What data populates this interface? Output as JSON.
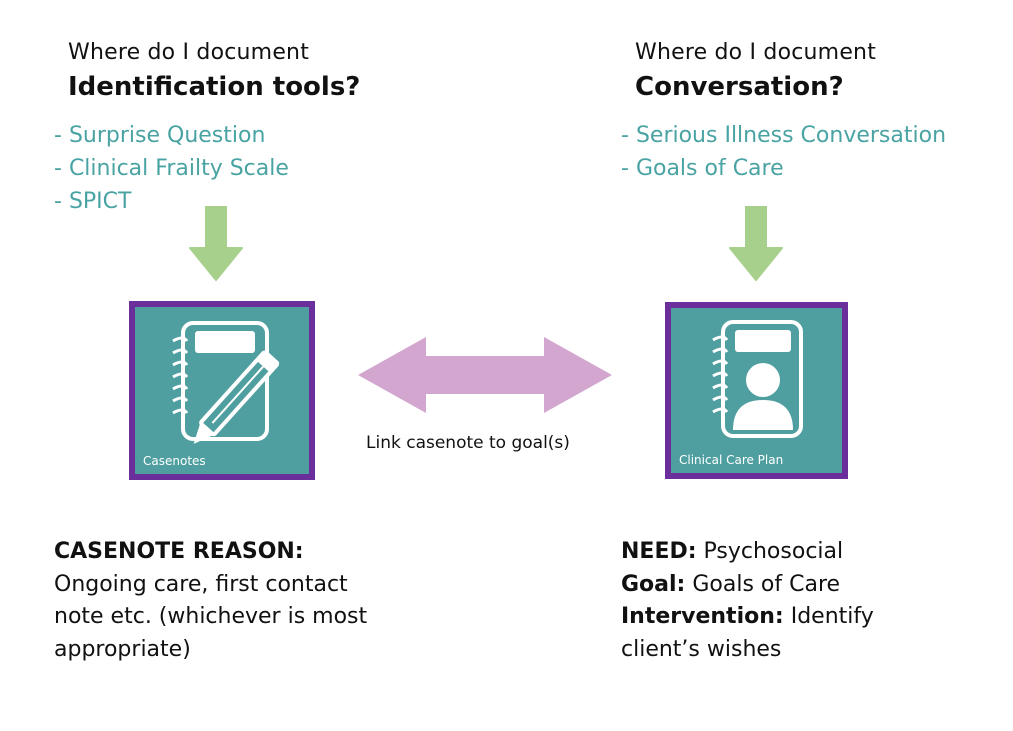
{
  "left": {
    "question_line": "Where do I document",
    "question_bold": "Identification tools?",
    "items": [
      "Surprise Question",
      "Clinical Frailty Scale",
      "SPICT"
    ],
    "tile_label": "Casenotes",
    "bottom": {
      "heading": "CASENOTE REASON:",
      "lines": [
        "Ongoing care, first contact",
        "note etc. (whichever is most",
        "appropriate)"
      ]
    }
  },
  "right": {
    "question_line": "Where do I document",
    "question_bold": "Conversation?",
    "items": [
      "Serious Illness Conversation",
      "Goals of Care"
    ],
    "tile_label": "Clinical Care Plan",
    "bottom": {
      "need_label": "NEED:",
      "need_value": "Psychosocial",
      "goal_label": "Goal:",
      "goal_value": "Goals of Care",
      "intervention_label": "Intervention:",
      "intervention_value": "Identify",
      "continuation": "client’s wishes"
    }
  },
  "link_label": "Link casenote to goal(s)",
  "colors": {
    "teal_text": "#4aa3a3",
    "green_arrow": "#a8d08d",
    "purple_border": "#6b2f9c",
    "tile_fill": "#4f9fa0",
    "link_arrow": "#d3a6cf"
  },
  "icons": {
    "left_tile": "notebook-pencil-icon",
    "right_tile": "notebook-person-icon"
  }
}
